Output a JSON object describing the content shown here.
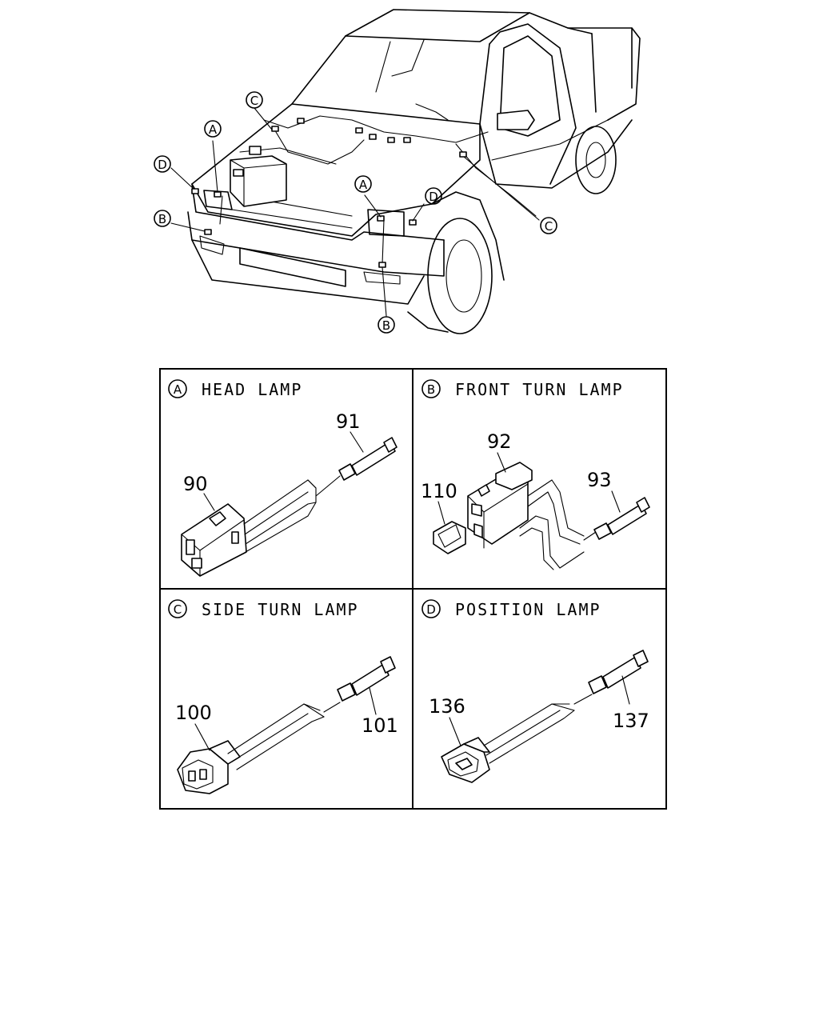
{
  "callouts": {
    "top_A1": "A",
    "top_A2": "A",
    "top_B1": "B",
    "top_B2": "B",
    "top_C1": "C",
    "top_C2": "C",
    "top_D1": "D",
    "top_D2": "D"
  },
  "panels": [
    {
      "letter": "A",
      "title": "HEAD LAMP",
      "parts": [
        "90",
        "91"
      ]
    },
    {
      "letter": "B",
      "title": "FRONT TURN LAMP",
      "parts": [
        "92",
        "110",
        "93"
      ]
    },
    {
      "letter": "C",
      "title": "SIDE TURN LAMP",
      "parts": [
        "100",
        "101"
      ]
    },
    {
      "letter": "D",
      "title": "POSITION LAMP",
      "parts": [
        "136",
        "137"
      ]
    }
  ]
}
